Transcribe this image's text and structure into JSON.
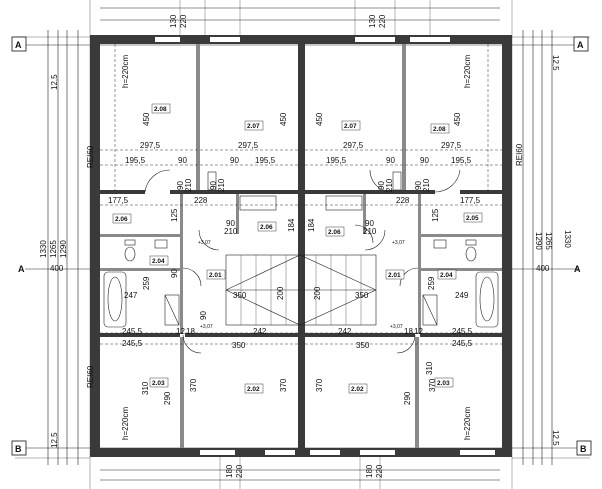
{
  "axes": {
    "top_left": "A",
    "top_right": "A",
    "bottom_left": "B",
    "bottom_right": "B",
    "mid_left": "A",
    "mid_right": "A"
  },
  "top_dims": [
    "130",
    "220",
    "130",
    "220"
  ],
  "bottom_dims": [
    "180",
    "220",
    "180",
    "220"
  ],
  "left_dims": [
    "12,5",
    "1330",
    "1265",
    "1290",
    "12,5",
    "400"
  ],
  "right_dims": [
    "12,5",
    "1330",
    "1265",
    "1290",
    "12,5",
    "400"
  ],
  "rooms": {
    "r208_left": "2.08",
    "r207_left": "2.07",
    "r207_right": "2.07",
    "r208_right": "2.08",
    "r206_left": "2.06",
    "r206_mid_left": "2.06",
    "r206_mid_right": "2.06",
    "r205_right": "2.05",
    "r204_left": "2.04",
    "r201_left": "2.01",
    "r201_right": "2.01",
    "r204_right": "2.04",
    "r203_left": "2.03",
    "r202_left": "2.02",
    "r202_right": "2.02",
    "r203_right": "2.03"
  },
  "heights": {
    "h_tl": "h=220cm",
    "h_tr": "h=220cm",
    "h_bl": "h=220cm",
    "h_br": "h=220cm"
  },
  "labels": {
    "rei_left_top": "REI60",
    "rei_right_top": "REI60",
    "rei_left_bottom": "REI60",
    "d450_a": "450",
    "d450_b": "450",
    "d450_c": "450",
    "d450_d": "450",
    "d297_a": "297,5",
    "d297_b": "297,5",
    "d297_c": "297,5",
    "d297_d": "297,5",
    "d195_a": "195,5",
    "d90_a": "90",
    "d90_b": "90",
    "d195_b": "195,5",
    "d195_c": "195,5",
    "d90_c": "90",
    "d90_d": "90",
    "d195_d": "195,5",
    "d177_a": "177,5",
    "d228_a": "228",
    "d228_b": "228",
    "d177_b": "177,5",
    "d90210_a": "90",
    "d90210_a2": "210",
    "d90210_b": "90",
    "d90210_b2": "210",
    "d90210_c": "90",
    "d90210_c2": "210",
    "d90210_d": "90",
    "d90210_d2": "210",
    "d90210_e": "90",
    "d90210_e2": "210",
    "d90210_f": "90",
    "d90210_f2": "210",
    "d184_a": "184",
    "d184_b": "184",
    "d125_a": "125",
    "d125_b": "125",
    "d350_a": "350",
    "d350_b": "350",
    "d350_c": "350",
    "d350_d": "350",
    "d200_a": "200",
    "d200_b": "200",
    "d259_a": "259",
    "d259_b": "259",
    "d247_a": "247",
    "d249_b": "249",
    "d90_e": "90",
    "d90_f": "90",
    "d245_a": "245,5",
    "d245_b": "245,5",
    "d245_c": "245,5",
    "d245_d": "245,5",
    "d242_a": "242",
    "d242_b": "242",
    "d12_a": "12",
    "d18_a": "18",
    "d18_b": "18",
    "d12_b": "12",
    "d370_a": "370",
    "d370_b": "370",
    "d370_c": "370",
    "d370_d": "370",
    "d290_a": "290",
    "d290_b": "290",
    "d310_a": "310",
    "d310_b": "310",
    "lvl_a": "+3,07",
    "lvl_b": "+3,07",
    "lvl_c": "+3,07",
    "lvl_d": "+3,07"
  }
}
